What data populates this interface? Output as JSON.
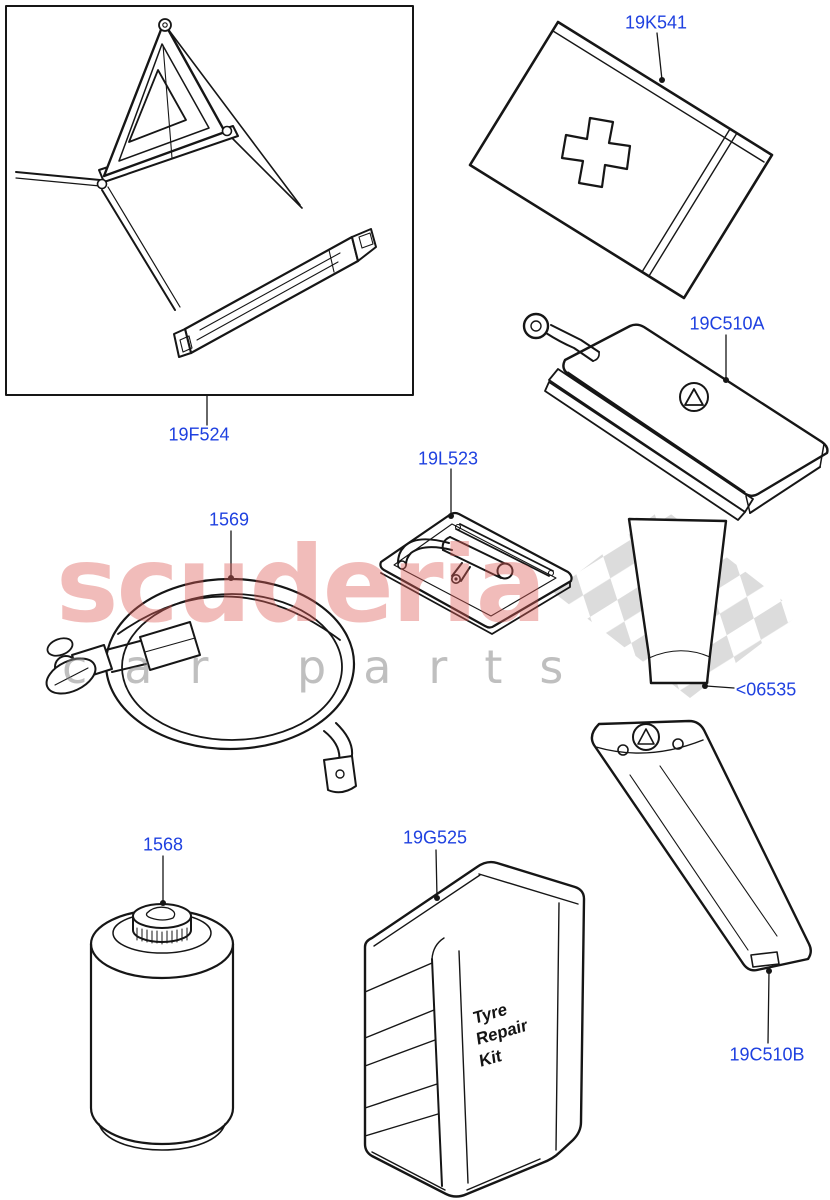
{
  "watermark": {
    "brand": "scuderia",
    "tagline": "car parts"
  },
  "colors": {
    "label_text": "#1f41e0",
    "line_art": "#161616",
    "watermark_brand": "#efada8",
    "watermark_tagline": "#d9d9d9",
    "checkered_flag": "#dcdcdc"
  },
  "parts": {
    "warning_triangle_kit": {
      "label": "19F524"
    },
    "first_aid_kit": {
      "label": "19K541"
    },
    "triangle_case": {
      "label": "19C510A"
    },
    "tool_tray": {
      "label": "19L523"
    },
    "inflation_hose": {
      "label": "1569"
    },
    "sealant_tube": {
      "label": "<06535"
    },
    "sealant_bottle": {
      "label": "1568"
    },
    "tyre_repair_kit": {
      "label": "19G525",
      "print": {
        "line1": "Tyre",
        "line2": "Repair",
        "line3": "Kit"
      }
    },
    "triangle_case_long": {
      "label": "19C510B"
    }
  }
}
